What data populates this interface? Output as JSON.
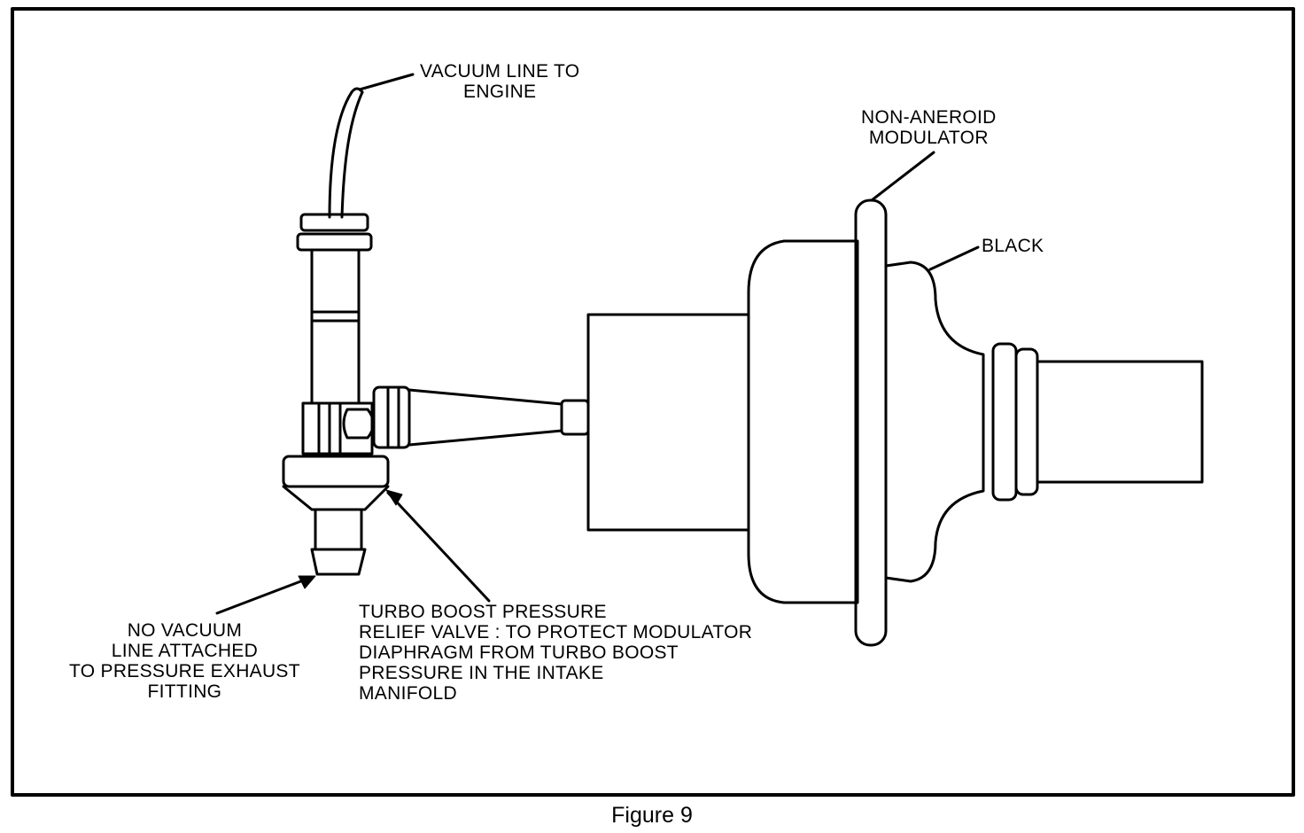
{
  "figure": {
    "caption": "Figure 9"
  },
  "labels": {
    "vacuum_line": [
      "VACUUM LINE TO",
      "ENGINE"
    ],
    "modulator": [
      "NON-ANEROID",
      "MODULATOR"
    ],
    "black": "BLACK",
    "no_vacuum": [
      "NO VACUUM",
      "LINE ATTACHED",
      "TO PRESSURE EXHAUST",
      "FITTING"
    ],
    "turbo_valve": [
      "TURBO BOOST PRESSURE",
      "RELIEF VALVE : TO PROTECT MODULATOR",
      "DIAPHRAGM FROM TURBO BOOST",
      "PRESSURE IN THE INTAKE",
      "MANIFOLD"
    ]
  },
  "colors": {
    "ink": "#000000",
    "paper": "#ffffff"
  }
}
